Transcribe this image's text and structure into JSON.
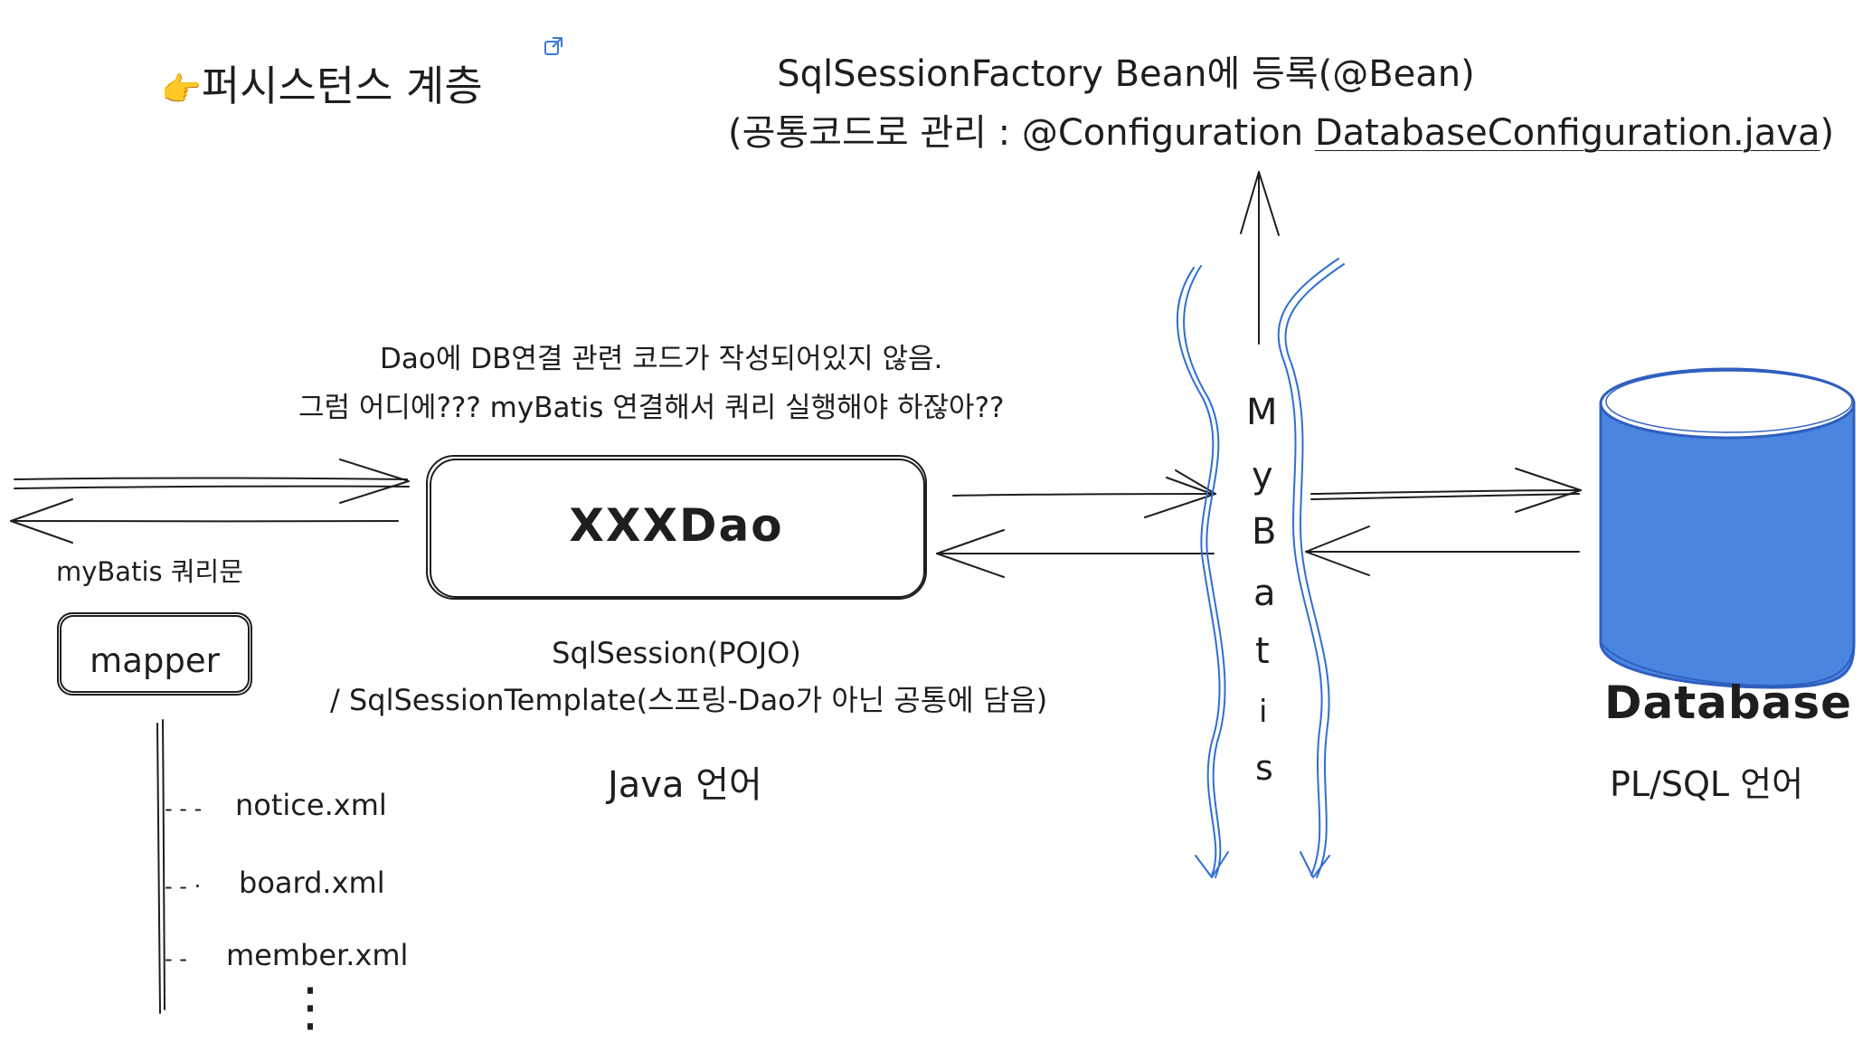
{
  "title": {
    "emoji": "👉",
    "text": "퍼시스턴스 계층"
  },
  "sqlsession_factory": {
    "line1": "SqlSessionFactory Bean에 등록(@Bean)",
    "line2_open": "(",
    "line2_highlight": "공통",
    "line2_mid": "코드로 관리 : @Configuration ",
    "line2_underlined": "DatabaseConfiguration.java",
    "line2_close": ")"
  },
  "dao_note": {
    "line1": "Dao에 DB연결 관련 코드가 작성되어있지 않음.",
    "line2": "그럼 어디에??? myBatis 연결해서 쿼리 실행해야 하잖아??"
  },
  "dao_box": {
    "label": "XXXDao"
  },
  "sqlsession": {
    "line1": "SqlSession(POJO)",
    "line2": "/ SqlSessionTemplate(스프링-Dao가 아닌 공통에 담음)"
  },
  "java_label": "Java 언어",
  "mybatis_query_label": "myBatis 쿼리문",
  "mapper_box": {
    "label": "mapper"
  },
  "mapper_files": [
    {
      "name": "notice.xml",
      "dashes": "- - -"
    },
    {
      "name": "board.xml",
      "dashes": "- - ·"
    },
    {
      "name": "member.xml",
      "dashes": "- -"
    }
  ],
  "ellipsis_dots": "⋮",
  "mybatis_letters": [
    "M",
    "y",
    "B",
    "a",
    "t",
    "i",
    "s"
  ],
  "database": {
    "label": "Database",
    "sublabel": "PL/SQL 언어",
    "fill_color": "#4a86e0",
    "stroke_color": "#2f5fbf"
  },
  "colors": {
    "ink": "#1e1e1e",
    "blue_wave": "#2f6fd1",
    "highlight": "#f6b26b"
  },
  "icons": {
    "external_link": "external-link-icon"
  }
}
